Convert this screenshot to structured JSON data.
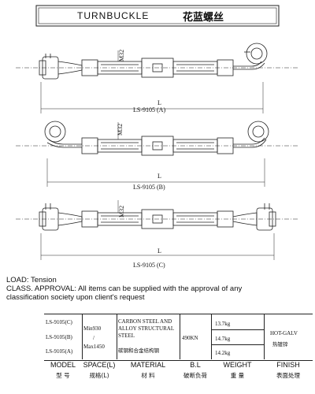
{
  "header": {
    "title": "TURNBUCKLE",
    "title_cn": "花蓝螺丝"
  },
  "drawings": {
    "a": {
      "caption": "LS-9105 (A)",
      "dim_thread": "M32",
      "dim_length": "L"
    },
    "b": {
      "caption": "LS-9105 (B)",
      "dim_thread": "M32",
      "dim_length": "L"
    },
    "c": {
      "caption": "LS-9105 (C)",
      "dim_thread": "M32",
      "dim_length": "L"
    }
  },
  "notes": {
    "load": "LOAD: Tension",
    "class_approval": "CLASS. APPROVAL: All items can be supplied with the approval of any classification society upon client's request"
  },
  "spec": {
    "models": [
      "LS-9105(C)",
      "LS-9105(B)",
      "LS-9105(A)"
    ],
    "space_min": "Min930",
    "space_sep": "/",
    "space_max": "Max1450",
    "material_en": "CARBON STEEL AND ALLOY STRUCTURAL STEEL",
    "material_cn": "碳钢和合金结构钢",
    "bl": "490KN",
    "weights": [
      "13.7kg",
      "14.7kg",
      "14.2kg"
    ],
    "finish_en": "HOT-GALV",
    "finish_cn": "热镀锌"
  },
  "columns": [
    {
      "en": "MODEL",
      "cn": "型 号"
    },
    {
      "en": "SPACE(L)",
      "cn": "规格(L)"
    },
    {
      "en": "MATERIAL",
      "cn": "材 料"
    },
    {
      "en": "B.L",
      "cn": "破断负荷"
    },
    {
      "en": "WEIGHT",
      "cn": "重 量"
    },
    {
      "en": "FINISH",
      "cn": "表面处理"
    }
  ]
}
